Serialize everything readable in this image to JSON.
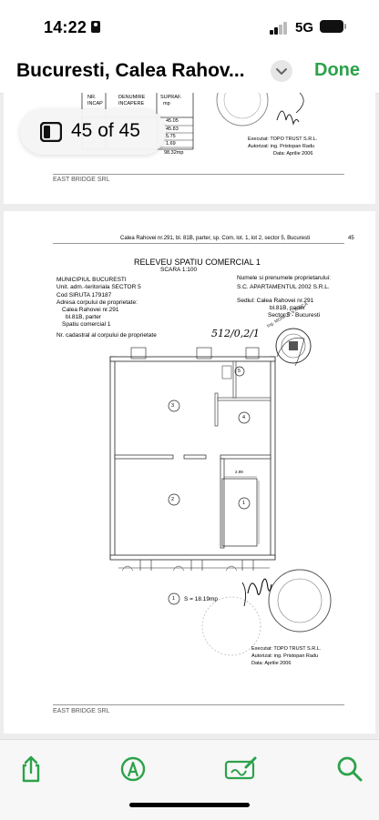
{
  "status": {
    "time": "14:22",
    "network": "5G"
  },
  "nav": {
    "title": "Bucuresti, Calea Rahov...",
    "done_label": "Done"
  },
  "counter": {
    "label": "45 of 45"
  },
  "page1": {
    "table_headers": [
      "NR. INCAP",
      "DENUMIRE INCAPERE",
      "SUPRAF. mp"
    ],
    "values": [
      "45.05",
      "45.83",
      "5.75",
      "1.69",
      "98.32mp"
    ],
    "executant": "Executat: TOPO TRUST S.R.L.",
    "autorizat": "Autorizat: ing. Pristopan Radu",
    "data": "Data: Aprilie 2006",
    "footer": "EAST BRIDGE SRL"
  },
  "page2": {
    "header": "Calea Rahovei nr.291, bl. 81B, parter, sp. Com, lot. 1, lot 2,  sector 5, Bucuresti",
    "page_number": "45",
    "title": "RELEVEU SPATIU COMERCIAL 1",
    "scale": "SCARA 1:100",
    "left_lines": [
      "MUNICIPIUL BUCURESTI",
      "Unit. adm.-teritoriala SECTOR 5",
      "Cod SIRUTA 179187",
      "Adresa corpului de proprietate:",
      "Calea Rahovei nr.291",
      "bl.81B, parter",
      "Spatiu comercial 1"
    ],
    "right_lines": [
      "Numele si prenumele proprietarului:",
      "S.C. APARTAMENTUL 2002 S.R.L.",
      "Sediul:  Calea Rahovei nr.291",
      "bl.81B, parter",
      "Sector 5 - Bucuresti"
    ],
    "cadastral": "Nr. cadastral al corpului de proprietate",
    "handwritten": "512/0,2/1",
    "rooms": [
      "1",
      "2",
      "3",
      "4",
      "5"
    ],
    "legend_room": "1",
    "legend_area": "S = 18.19mp",
    "dim_top": "2.99",
    "executant": "Executat: TOPO TRUST S.R.L.",
    "autorizat": "Autorizat: ing. Pristopan Radu",
    "data": "Data: Aprilie 2006",
    "footer": "EAST BRIDGE SRL"
  }
}
